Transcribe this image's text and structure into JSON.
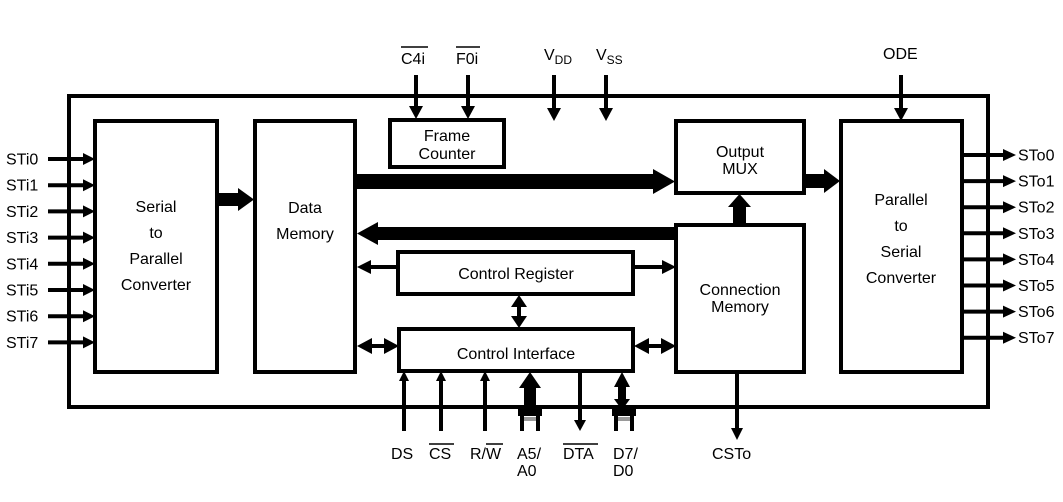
{
  "diagram": {
    "title": "Digital switch functional block diagram",
    "blocks": {
      "serial_to_parallel": [
        "Serial",
        "to",
        "Parallel",
        "Converter"
      ],
      "data_memory": [
        "Data",
        "Memory"
      ],
      "frame_counter": [
        "Frame",
        "Counter"
      ],
      "output_mux": [
        "Output",
        "MUX"
      ],
      "parallel_to_serial": [
        "Parallel",
        "to",
        "Serial",
        "Converter"
      ],
      "control_register": "Control Register",
      "control_interface": "Control Interface",
      "connection_memory": [
        "Connection",
        "Memory"
      ]
    },
    "inputs": [
      "STi0",
      "STi1",
      "STi2",
      "STi3",
      "STi4",
      "STi5",
      "STi6",
      "STi7"
    ],
    "outputs": [
      "STo0",
      "STo1",
      "STo2",
      "STo3",
      "STo4",
      "STo5",
      "STo6",
      "STo7"
    ],
    "top_pins": {
      "c4i": "C4i",
      "f0i": "F0i",
      "vdd_main": "V",
      "vdd_sub": "DD",
      "vss_main": "V",
      "vss_sub": "SS",
      "ode": "ODE"
    },
    "bottom_pins": {
      "ds": "DS",
      "cs": "CS",
      "rw_r": "R/",
      "rw_w": "W",
      "a_line1": "A5/",
      "a_line2": "A0",
      "dta": "DTA",
      "d_line1": "D7/",
      "d_line2": "D0",
      "csto": "CSTo"
    }
  }
}
